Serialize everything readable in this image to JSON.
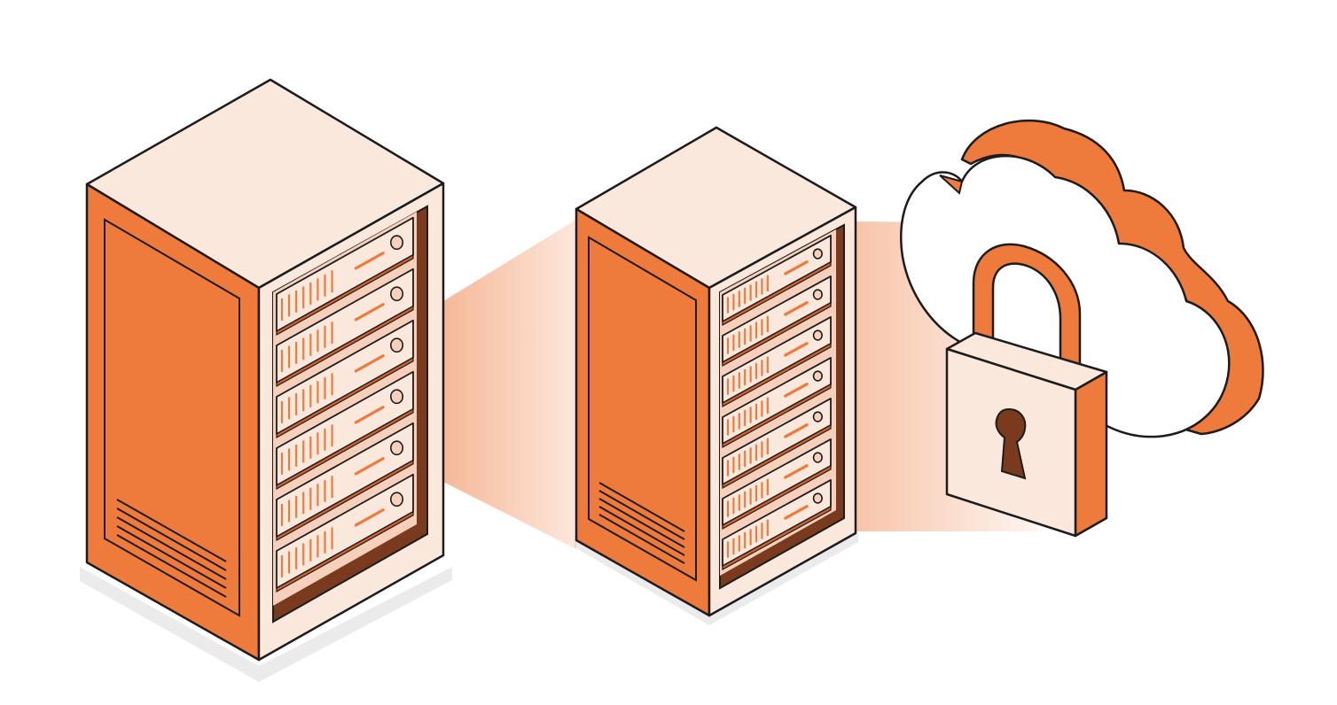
{
  "illustration": {
    "subjects": [
      "server-rack-large",
      "server-rack-small",
      "cloud",
      "padlock"
    ],
    "colors": {
      "accent": "#EE7A3C",
      "accent_dark": "#D2612A",
      "panel_light": "#FBE8DD",
      "panel_mid": "#F6D0BA",
      "outline": "#1C1C1C",
      "keyhole": "#7A3A1E",
      "shadow": "#E3E3E3",
      "background": "#FFFFFF"
    },
    "rack_large_units": 6,
    "rack_small_units": 7
  }
}
